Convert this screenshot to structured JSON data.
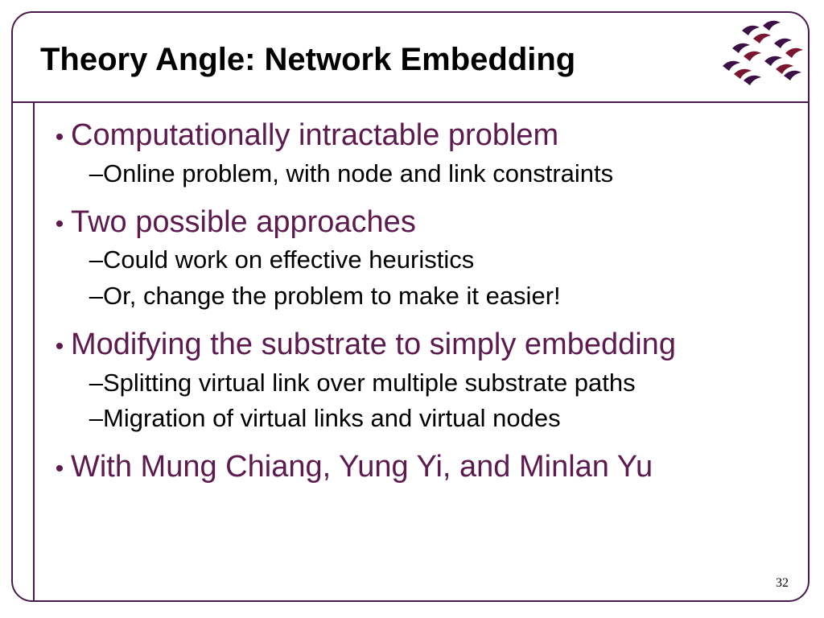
{
  "slide": {
    "title": "Theory Angle: Network Embedding",
    "page_number": "32",
    "colors": {
      "frame": "#4a1a4f",
      "bullet_text": "#5c1a4f",
      "sub_text": "#000000",
      "logo_dark": "#3c1046",
      "logo_red": "#7a1630"
    },
    "logo_icon": "university-crest-logo-icon",
    "bullets": [
      {
        "text": "Computationally intractable problem",
        "subs": [
          "Online problem, with node and link constraints"
        ]
      },
      {
        "text": "Two possible approaches",
        "subs": [
          "Could work on effective heuristics",
          "Or, change the problem to make it easier!"
        ]
      },
      {
        "text": "Modifying the substrate to simply embedding",
        "subs": [
          "Splitting virtual link over multiple substrate paths",
          "Migration of virtual links and virtual nodes"
        ]
      },
      {
        "text": "With Mung Chiang, Yung Yi, and Minlan Yu",
        "subs": []
      }
    ],
    "bullet_glyph": "•",
    "dash_glyph": "–"
  }
}
